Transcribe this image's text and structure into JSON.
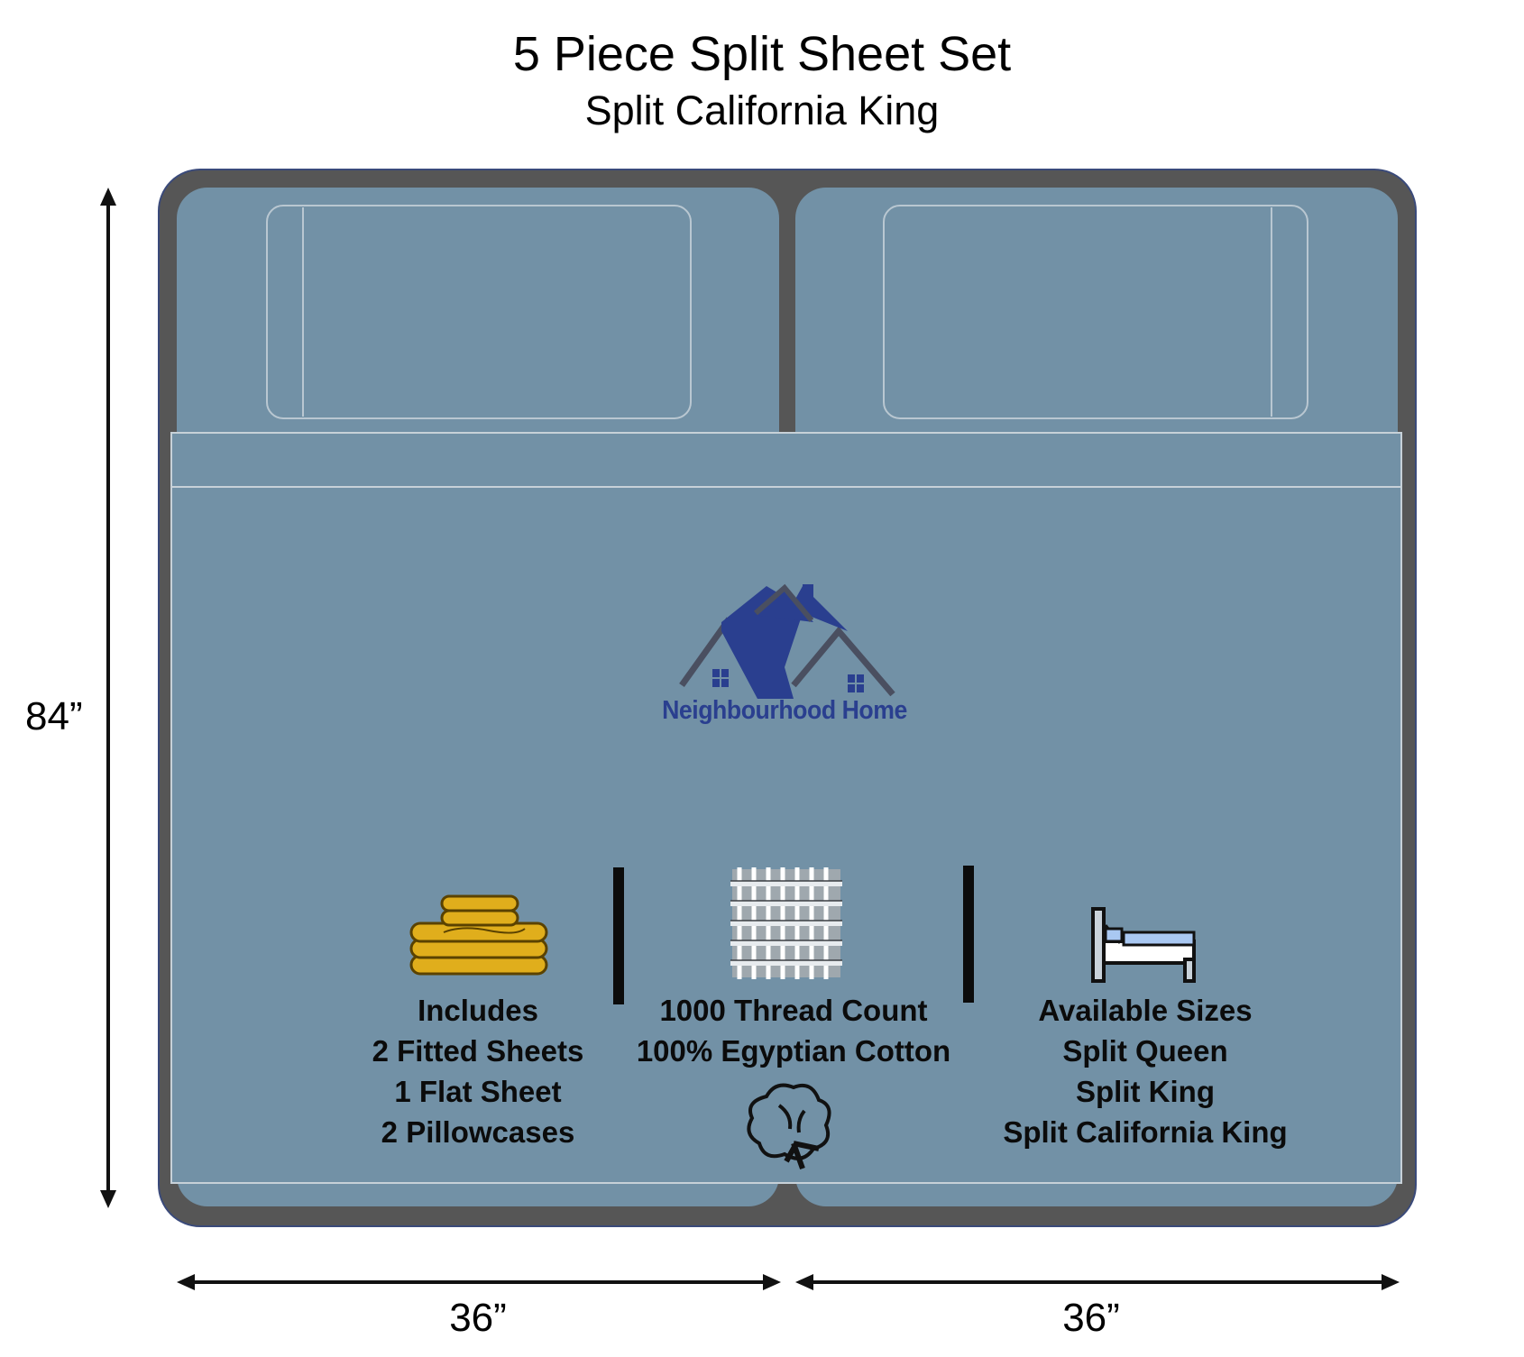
{
  "title": "5 Piece Split Sheet Set",
  "subtitle": "Split California King",
  "dimensions": {
    "height": "84”",
    "width_left": "36”",
    "width_right": "36”"
  },
  "logo": {
    "name": "Neighbourhood Home",
    "icon": "house-roofs-logo"
  },
  "features": [
    {
      "icon": "folded-sheets-icon",
      "lines": [
        "Includes",
        "2 Fitted Sheets",
        "1 Flat Sheet",
        "2 Pillowcases"
      ]
    },
    {
      "icon": "woven-fabric-icon",
      "lines": [
        "1000 Thread Count",
        "100% Egyptian Cotton"
      ],
      "sub_icon": "cotton-boll-icon"
    },
    {
      "icon": "bed-icon",
      "lines": [
        "Available Sizes",
        "Split Queen",
        "Split King",
        "Split California King"
      ]
    }
  ],
  "colors": {
    "sheet": "#7291a6",
    "frame": "#565656",
    "logo": "#2a3f8f",
    "sheets_icon": "#e0ae1c"
  }
}
